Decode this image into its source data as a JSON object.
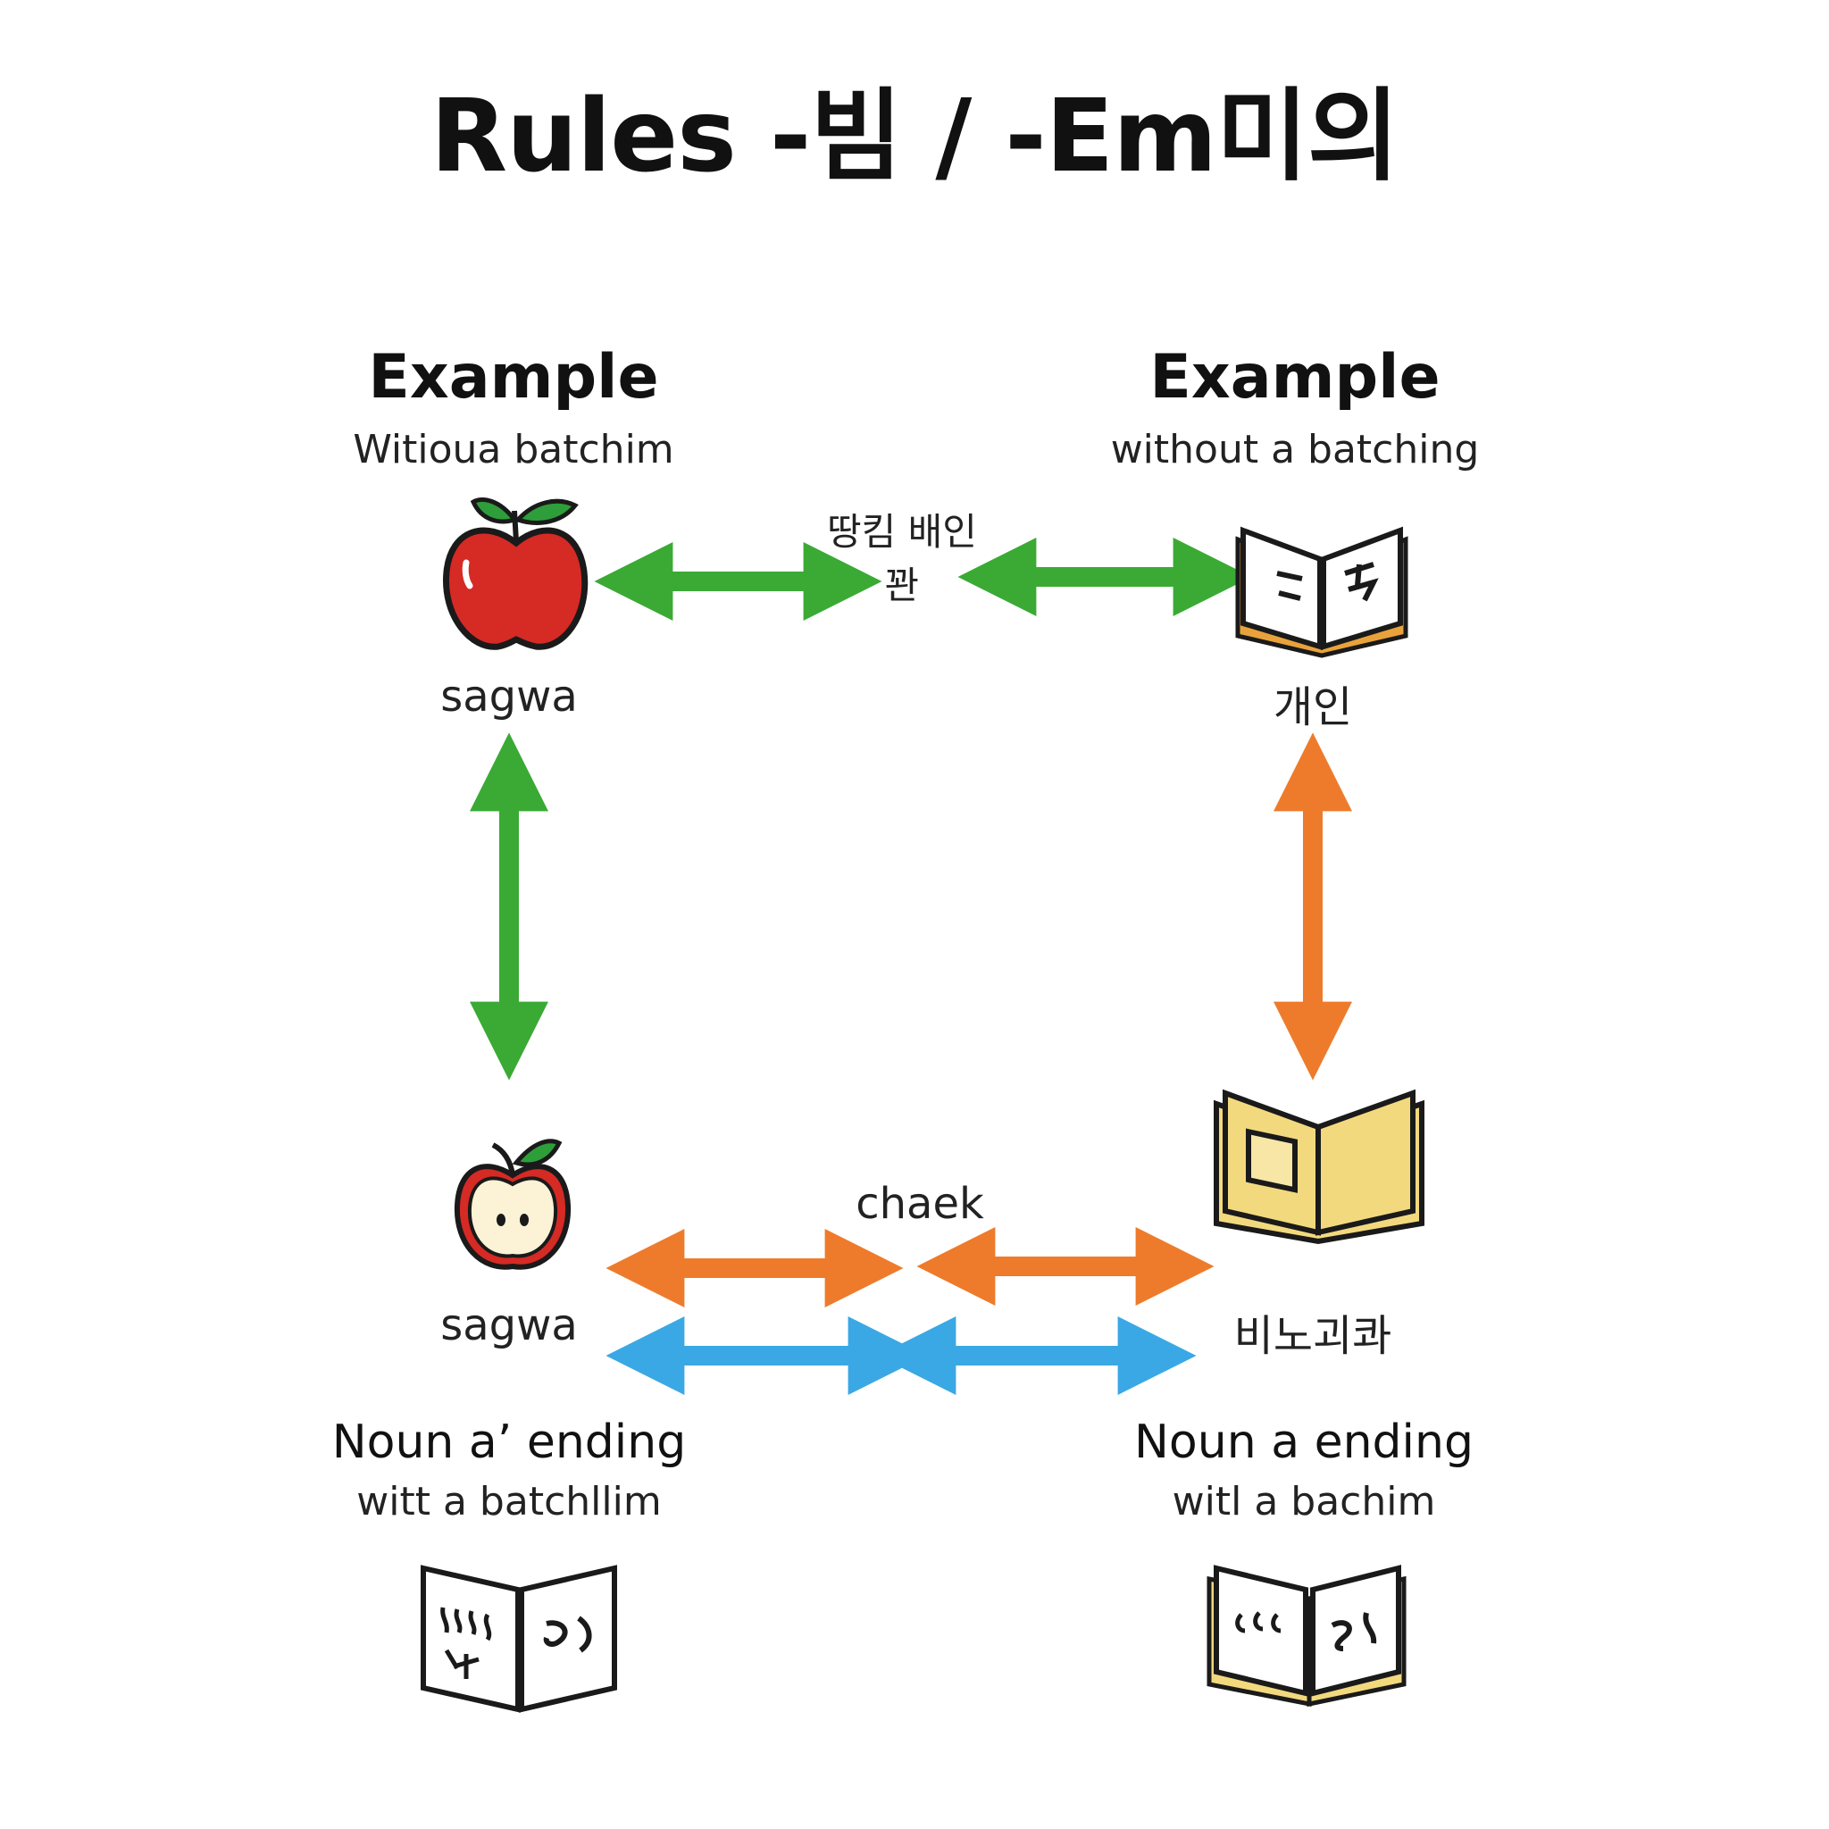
{
  "title": "Rules -빔 / -Em미의",
  "top_left": {
    "heading": "Example",
    "subheading": "Witioua batchim",
    "word": "sagwa",
    "icon": "red-apple-icon"
  },
  "top_right": {
    "heading": "Example",
    "subheading": "without a batching",
    "word": "개인",
    "icon": "open-book-icon"
  },
  "top_center_label": [
    "땅킴 배인",
    "꽌"
  ],
  "bottom_left": {
    "word": "sagwa",
    "icon": "apple-half-icon",
    "footer_title": "Noun a’ ending",
    "footer_sub": "witt a batchllim",
    "footer_icon": "open-book-icon"
  },
  "bottom_right": {
    "word": "비노괴콰",
    "icon": "yellow-book-icon",
    "footer_title": "Noun a ending",
    "footer_sub": "witl a bachim",
    "footer_icon": "open-book-icon"
  },
  "bottom_center_label": "chaek",
  "colors": {
    "green": "#3aaa35",
    "orange": "#ee7b2b",
    "blue": "#3aa8e4",
    "apple_red": "#d62a25",
    "leaf_green": "#2e9e3a",
    "book_orange": "#e9a23b",
    "book_yellow": "#f3d97e"
  }
}
